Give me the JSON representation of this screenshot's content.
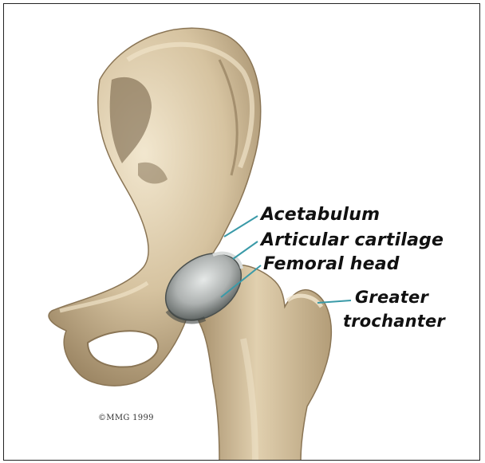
{
  "diagram": {
    "labels": {
      "acetabulum": "Acetabulum",
      "articular_cartilage": "Articular cartilage",
      "femoral_head": "Femoral head",
      "greater_trochanter_line1": "Greater",
      "greater_trochanter_line2": "trochanter"
    },
    "copyright": "©MMG 1999",
    "colors": {
      "bone": "#d6c3a0",
      "bone_shadow": "#8a7555",
      "bone_highlight": "#efe3c8",
      "cartilage": "#b9bcbc",
      "cartilage_dark": "#5e6462",
      "leader_line": "#3a9aa8",
      "background": "#ffffff",
      "border": "#222222"
    },
    "icons": {
      "image": "hip-joint-illustration"
    }
  }
}
